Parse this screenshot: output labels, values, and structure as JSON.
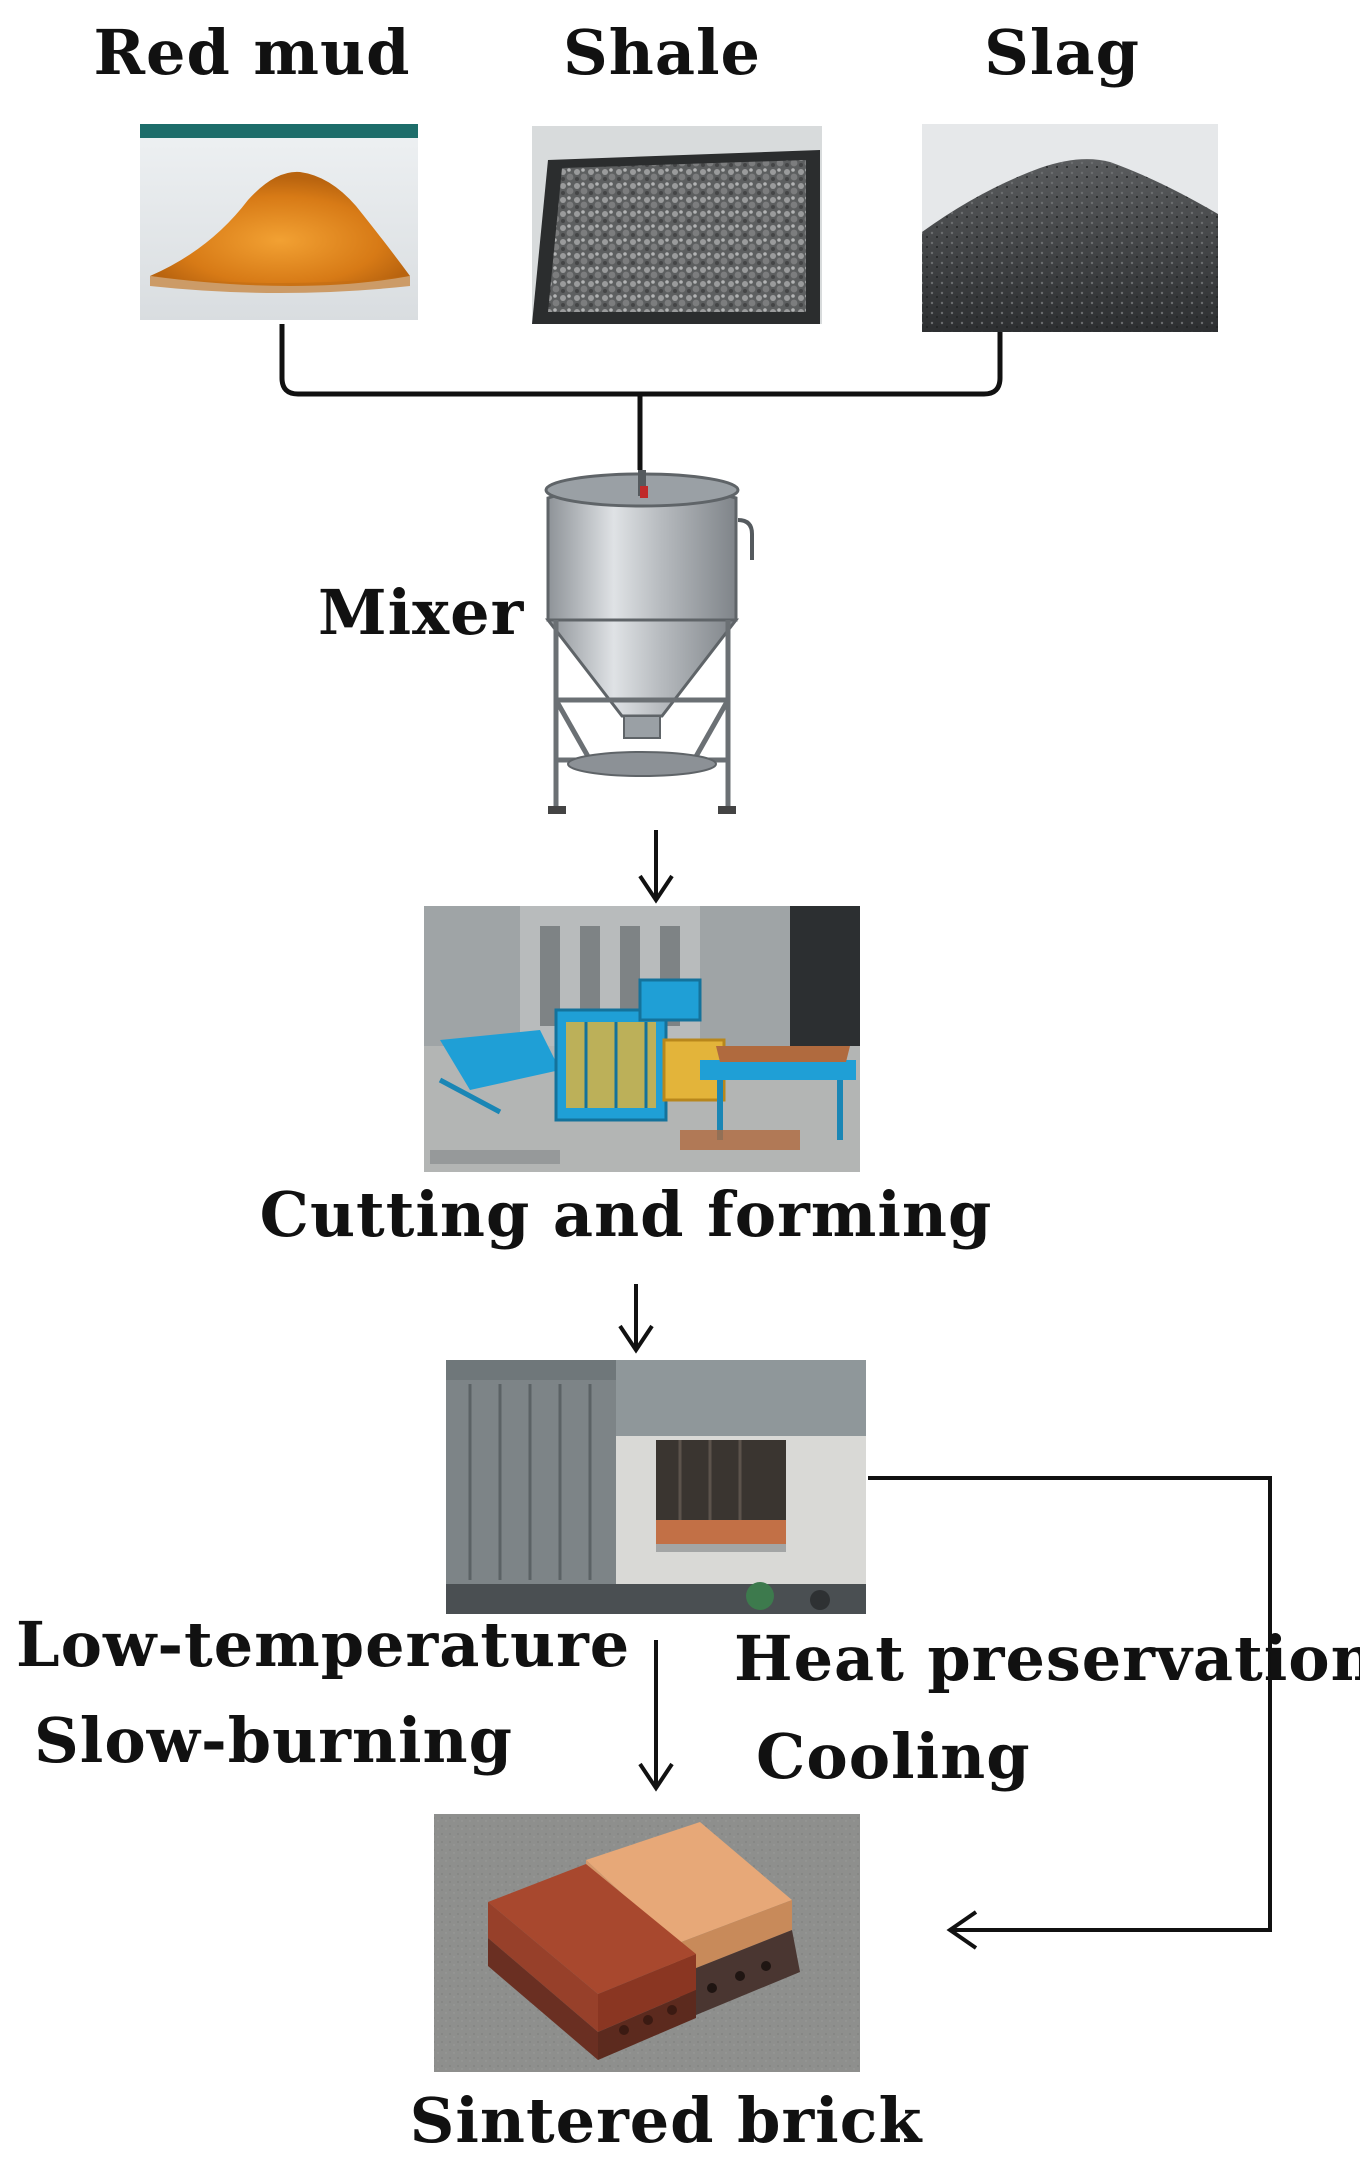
{
  "materials": {
    "red_mud": "Red mud",
    "shale": "Shale",
    "slag": "Slag"
  },
  "steps": {
    "mixer": "Mixer",
    "cutting_forming": "Cutting and forming",
    "sintered_brick": "Sintered brick"
  },
  "firing": {
    "left_line1": "Low-temperature",
    "left_line2": "Slow-burning",
    "right_line1": "Heat preservation",
    "right_line2": "Cooling"
  },
  "colors": {
    "red_mud": "#d9821f",
    "shale": "#6f6f6f",
    "slag": "#3e4042",
    "steel": "#b9bcc0",
    "machine_blue": "#1f9fd6",
    "machine_yellow": "#e3b43a",
    "kiln_gray": "#7d8487",
    "brick_red": "#a8482e",
    "brick_tan": "#e7a878",
    "line": "#111111"
  }
}
